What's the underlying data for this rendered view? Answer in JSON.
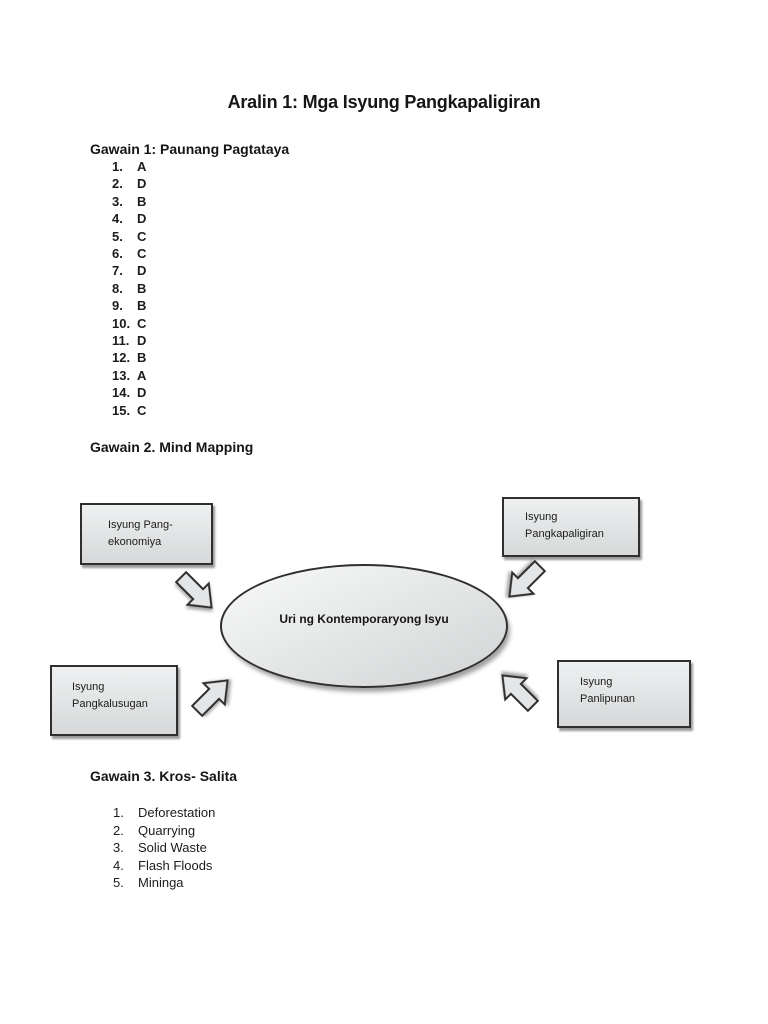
{
  "title": "Aralin 1: Mga Isyung Pangkapaligiran",
  "gawain1": {
    "heading": "Gawain 1: Paunang Pagtataya",
    "answers": [
      {
        "num": "1.",
        "value": "A"
      },
      {
        "num": "2.",
        "value": "D"
      },
      {
        "num": "3.",
        "value": "B"
      },
      {
        "num": "4.",
        "value": "D"
      },
      {
        "num": "5.",
        "value": "C"
      },
      {
        "num": "6.",
        "value": "C"
      },
      {
        "num": "7.",
        "value": "D"
      },
      {
        "num": "8.",
        "value": "B"
      },
      {
        "num": "9.",
        "value": "B"
      },
      {
        "num": "10.",
        "value": "C"
      },
      {
        "num": "11.",
        "value": "D"
      },
      {
        "num": "12.",
        "value": "B"
      },
      {
        "num": "13.",
        "value": "A"
      },
      {
        "num": "14.",
        "value": "D"
      },
      {
        "num": "15.",
        "value": "C"
      }
    ]
  },
  "gawain2": {
    "heading": "Gawain 2. Mind Mapping",
    "mindmap": {
      "center": "Uri ng Kontemporaryong Isyu",
      "nodes": [
        {
          "position": "top-left",
          "line1": "Isyung Pang-",
          "line2": "ekonomiya"
        },
        {
          "position": "top-right",
          "line1": "Isyung",
          "line2": "Pangkapaligiran"
        },
        {
          "position": "bottom-left",
          "line1": "Isyung",
          "line2": "Pangkalusugan"
        },
        {
          "position": "bottom-right",
          "line1": "Isyung",
          "line2": "Panlipunan"
        }
      ]
    }
  },
  "gawain3": {
    "heading": "Gawain 3. Kros- Salita",
    "items": [
      {
        "num": "1.",
        "value": "Deforestation"
      },
      {
        "num": "2.",
        "value": "Quarrying"
      },
      {
        "num": "3.",
        "value": "Solid Waste"
      },
      {
        "num": "4.",
        "value": "Flash Floods"
      },
      {
        "num": "5.",
        "value": "Mininga"
      }
    ]
  },
  "colors": {
    "page_background": "#ffffff",
    "text": "#1c1c1c",
    "shape_border": "#2f2f2f",
    "shape_fill_top": "#eef0f1",
    "shape_fill_bottom": "#d6d8d9"
  }
}
